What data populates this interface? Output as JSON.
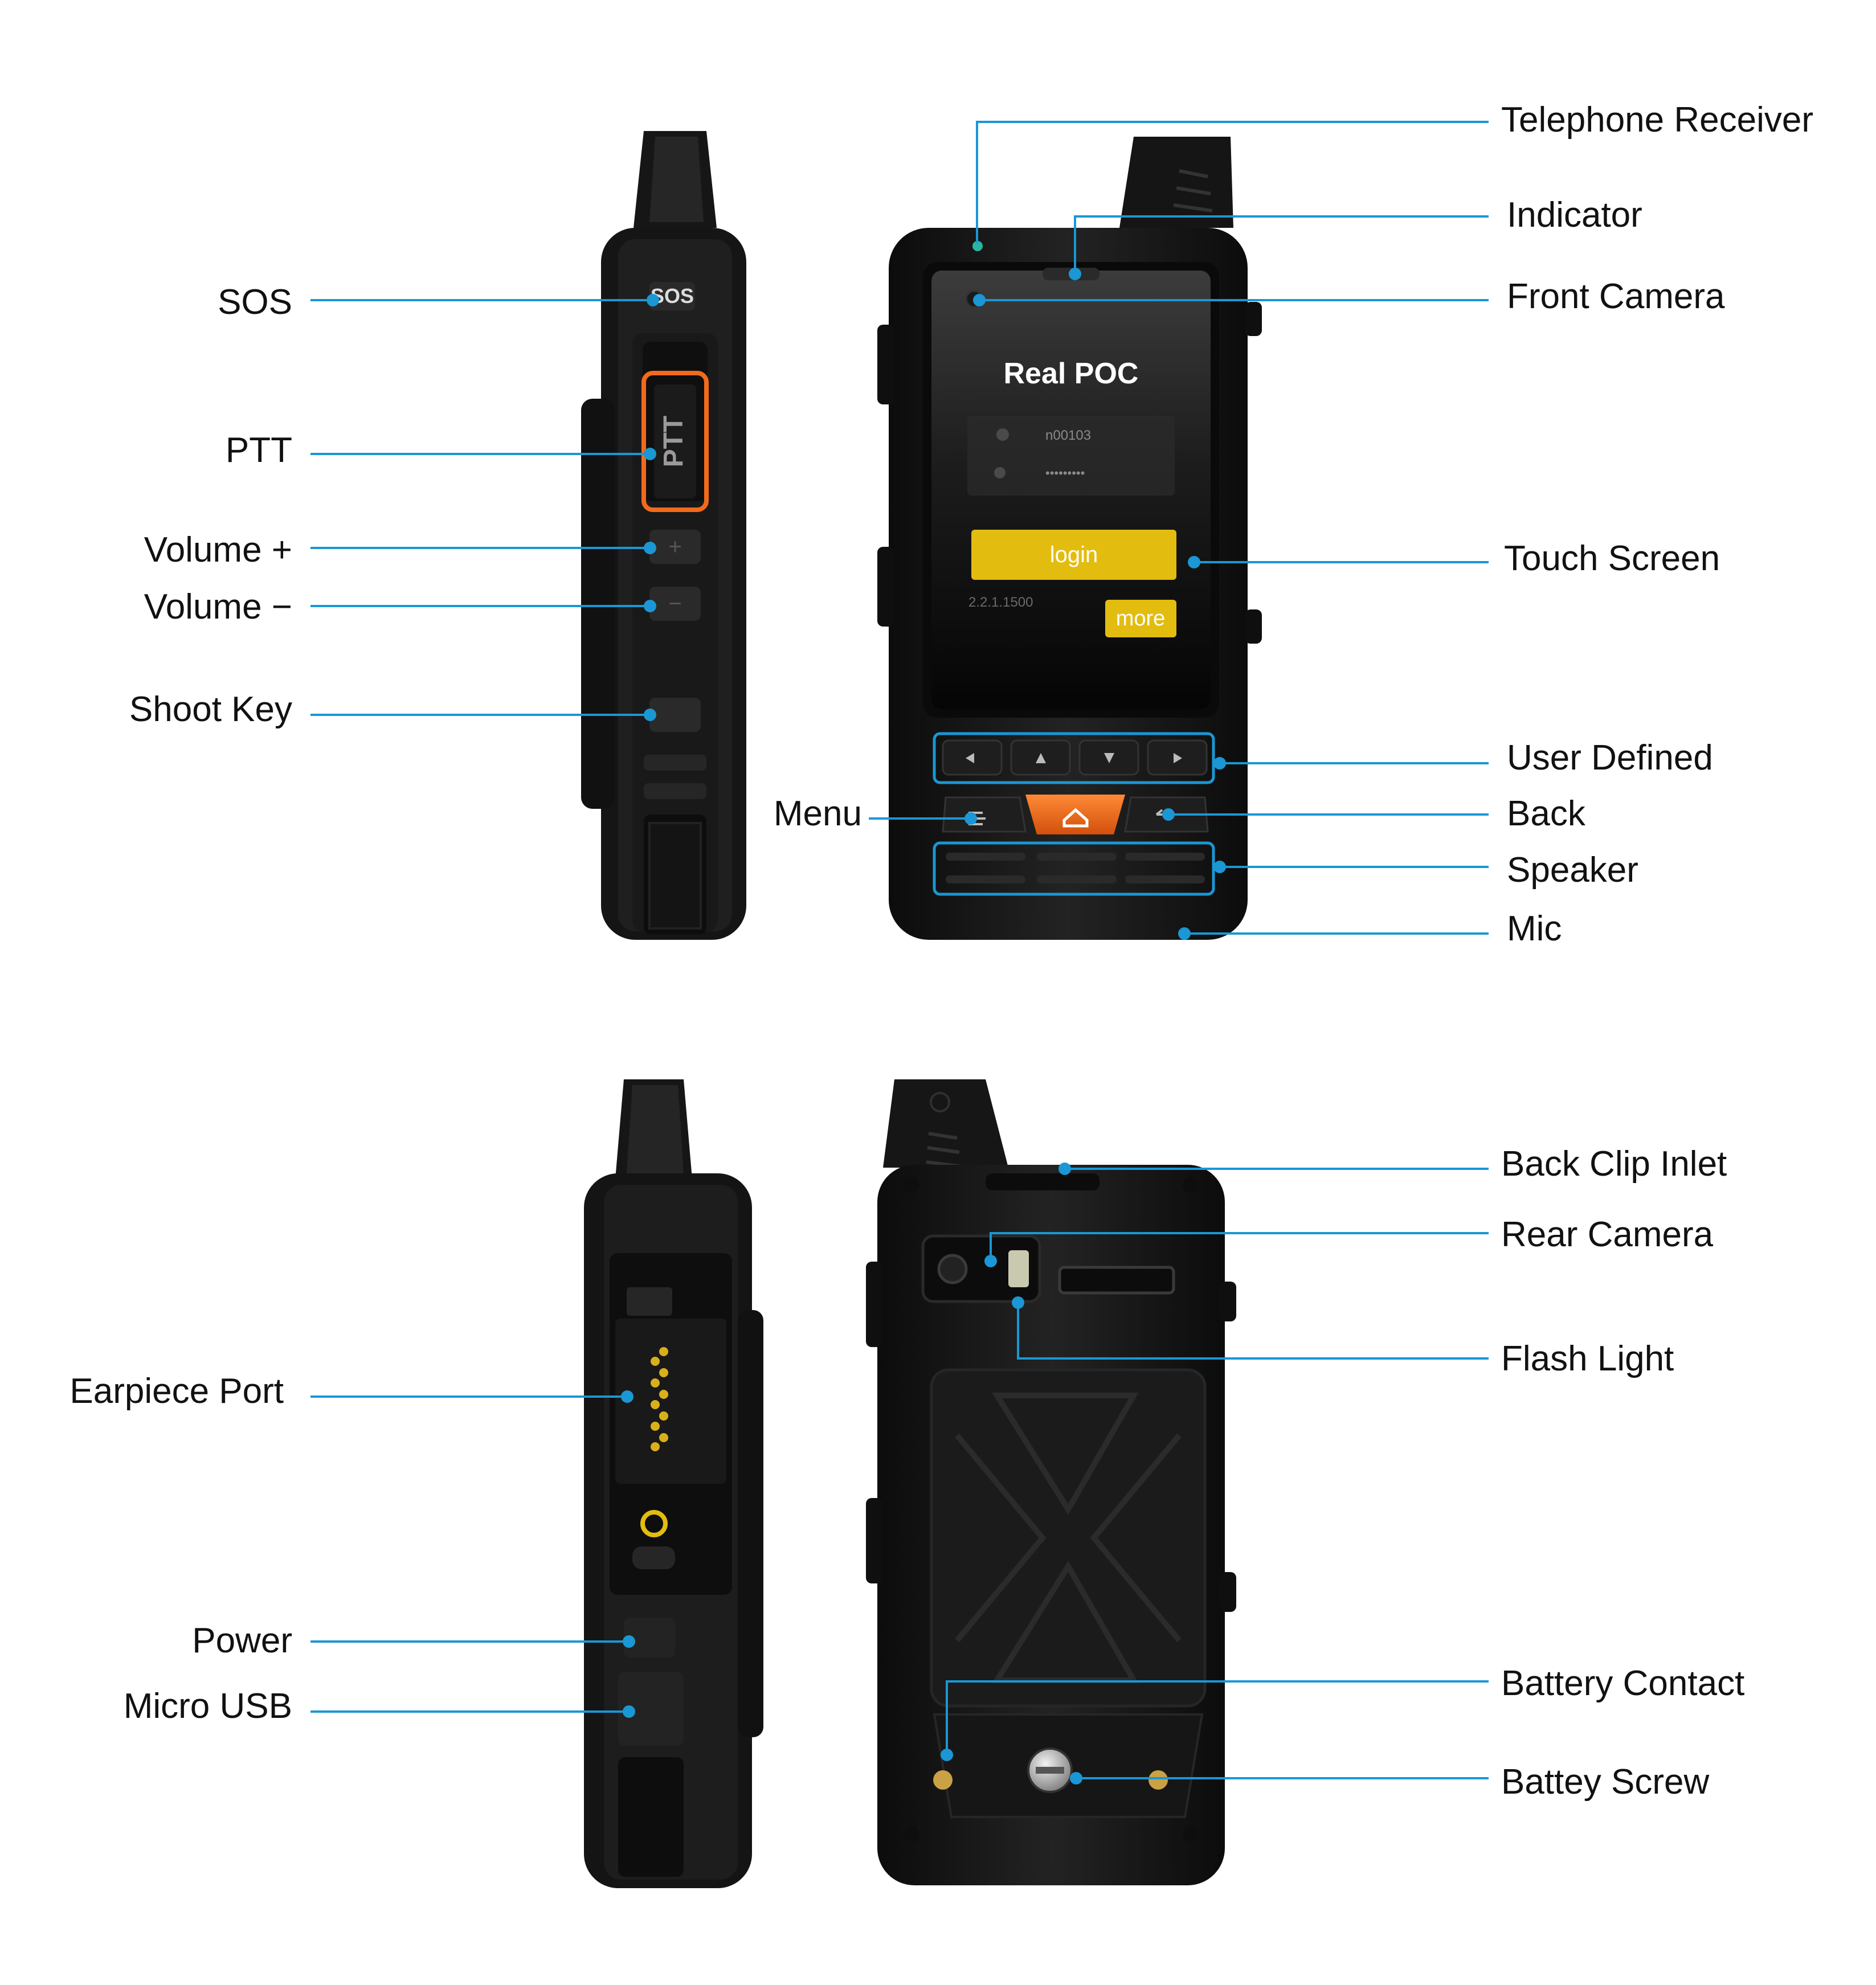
{
  "screen": {
    "title": "Real POC",
    "username": "n00103",
    "password": "•••••••••",
    "login_label": "login",
    "version": "2.2.1.1500",
    "more_label": "more"
  },
  "keys": {
    "sos": "SOS",
    "ptt": "PTT"
  },
  "labels": {
    "sos": "SOS",
    "ptt": "PTT",
    "volume_up": "Volume +",
    "volume_down": "Volume −",
    "shoot_key": "Shoot Key",
    "telephone_receiver": "Telephone Receiver",
    "indicator": "Indicator",
    "front_camera": "Front Camera",
    "touch_screen": "Touch Screen",
    "user_defined": "User Defined",
    "menu": "Menu",
    "back": "Back",
    "speaker": "Speaker",
    "mic": "Mic",
    "earpiece_port": "Earpiece Port",
    "power": "Power",
    "micro_usb": "Micro USB",
    "back_clip_inlet": "Back Clip Inlet",
    "rear_camera": "Rear Camera",
    "flash_light": "Flash Light",
    "battery_contact": "Battery Contact",
    "battery_screw": "Battey Screw"
  },
  "colors": {
    "callout_line": "#1a97d4",
    "accent_orange": "#f26a1b",
    "accent_yellow": "#e3bc10",
    "body_black": "#141414"
  }
}
